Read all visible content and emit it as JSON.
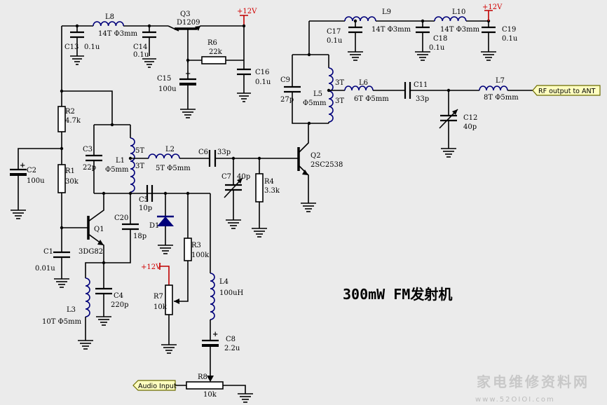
{
  "title": "300mW FM发射机",
  "supply_label": "+12V",
  "components": {
    "L8": {
      "ref": "L8",
      "spec": "14T Φ3mm"
    },
    "Q3": {
      "ref": "Q3",
      "part": "D1209"
    },
    "C13": {
      "ref": "C13",
      "value": "0.1u"
    },
    "C14": {
      "ref": "C14",
      "value": "0.1u"
    },
    "R6": {
      "ref": "R6",
      "value": "22k"
    },
    "C15": {
      "ref": "C15",
      "value": "100u"
    },
    "C16": {
      "ref": "C16",
      "value": "0.1u"
    },
    "R2": {
      "ref": "R2",
      "value": "4.7k"
    },
    "C2": {
      "ref": "C2",
      "value": "100u"
    },
    "R1": {
      "ref": "R1",
      "value": "30k"
    },
    "C3": {
      "ref": "C3",
      "value": "22p"
    },
    "L1": {
      "ref": "L1",
      "spec": "Φ5mm",
      "tap_top": "5T",
      "tap_bottom": "3T"
    },
    "L2": {
      "ref": "L2",
      "spec": "5T Φ5mm"
    },
    "C6": {
      "ref": "C6",
      "value": "33p"
    },
    "C7": {
      "ref": "C7",
      "value": "40p"
    },
    "R4": {
      "ref": "R4",
      "value": "3.3k"
    },
    "Q2": {
      "ref": "Q2",
      "part": "2SC2538"
    },
    "C5": {
      "ref": "C5",
      "value": "10p"
    },
    "C20": {
      "ref": "C20",
      "value": "18p"
    },
    "D1": {
      "ref": "D1"
    },
    "Q1": {
      "ref": "Q1",
      "part": "3DG82"
    },
    "C1": {
      "ref": "C1",
      "value": "0.01u"
    },
    "R3": {
      "ref": "R3",
      "value": "100k"
    },
    "R7": {
      "ref": "R7",
      "value": "10k"
    },
    "L3": {
      "ref": "L3",
      "spec": "10T Φ5mm"
    },
    "C4": {
      "ref": "C4",
      "value": "220p"
    },
    "L4": {
      "ref": "L4",
      "value": "100uH"
    },
    "C8": {
      "ref": "C8",
      "value": "2.2u"
    },
    "R8": {
      "ref": "R8",
      "value": "10k"
    },
    "L9": {
      "ref": "L9",
      "spec": "14T Φ3mm"
    },
    "L10": {
      "ref": "L10",
      "spec": "14T Φ3mm"
    },
    "C17": {
      "ref": "C17",
      "value": "0.1u"
    },
    "C18": {
      "ref": "C18",
      "value": "0.1u"
    },
    "C19": {
      "ref": "C19",
      "value": "0.1u"
    },
    "C9": {
      "ref": "C9",
      "value": "27p"
    },
    "L5": {
      "ref": "L5",
      "spec": "Φ5mm",
      "tap_top": "3T",
      "tap_bottom": "3T"
    },
    "L6": {
      "ref": "L6",
      "spec": "6T Φ5mm"
    },
    "C11": {
      "ref": "C11",
      "value": "33p"
    },
    "C12": {
      "ref": "C12",
      "value": "40p"
    },
    "L7": {
      "ref": "L7",
      "spec": "8T Φ5mm"
    }
  },
  "ports": {
    "rf_output": "RF output  to ANT",
    "audio_input": "Audio Input"
  },
  "watermark": {
    "text": "家电维修资料网",
    "url": "www.52OIOI.com"
  }
}
